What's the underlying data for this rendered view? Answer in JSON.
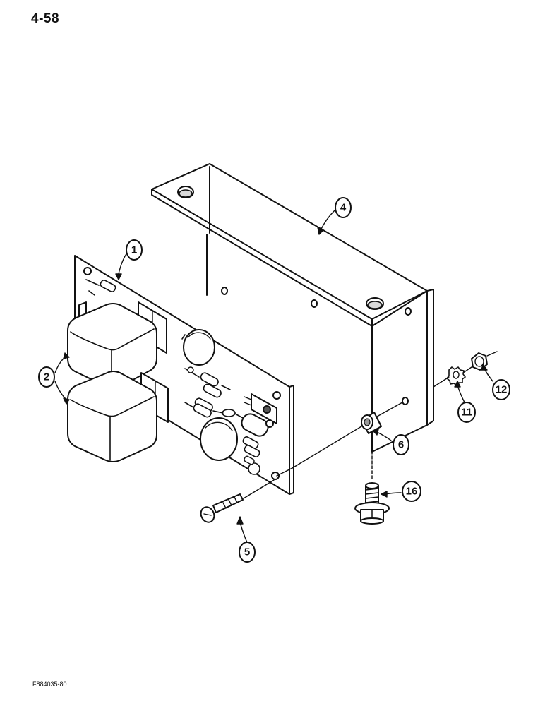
{
  "page": {
    "number": "4-58",
    "figure_code": "F884035-80"
  },
  "callouts": [
    {
      "id": "1",
      "part": "circuit-board"
    },
    {
      "id": "2",
      "part": "relays"
    },
    {
      "id": "4",
      "part": "mounting-bracket"
    },
    {
      "id": "5",
      "part": "screw"
    },
    {
      "id": "6",
      "part": "spacer"
    },
    {
      "id": "11",
      "part": "lock-washer"
    },
    {
      "id": "12",
      "part": "nut"
    },
    {
      "id": "16",
      "part": "flange-bolt"
    }
  ],
  "colors": {
    "ink": "#111111",
    "paper": "#ffffff",
    "shade": "#bfbfbf"
  }
}
